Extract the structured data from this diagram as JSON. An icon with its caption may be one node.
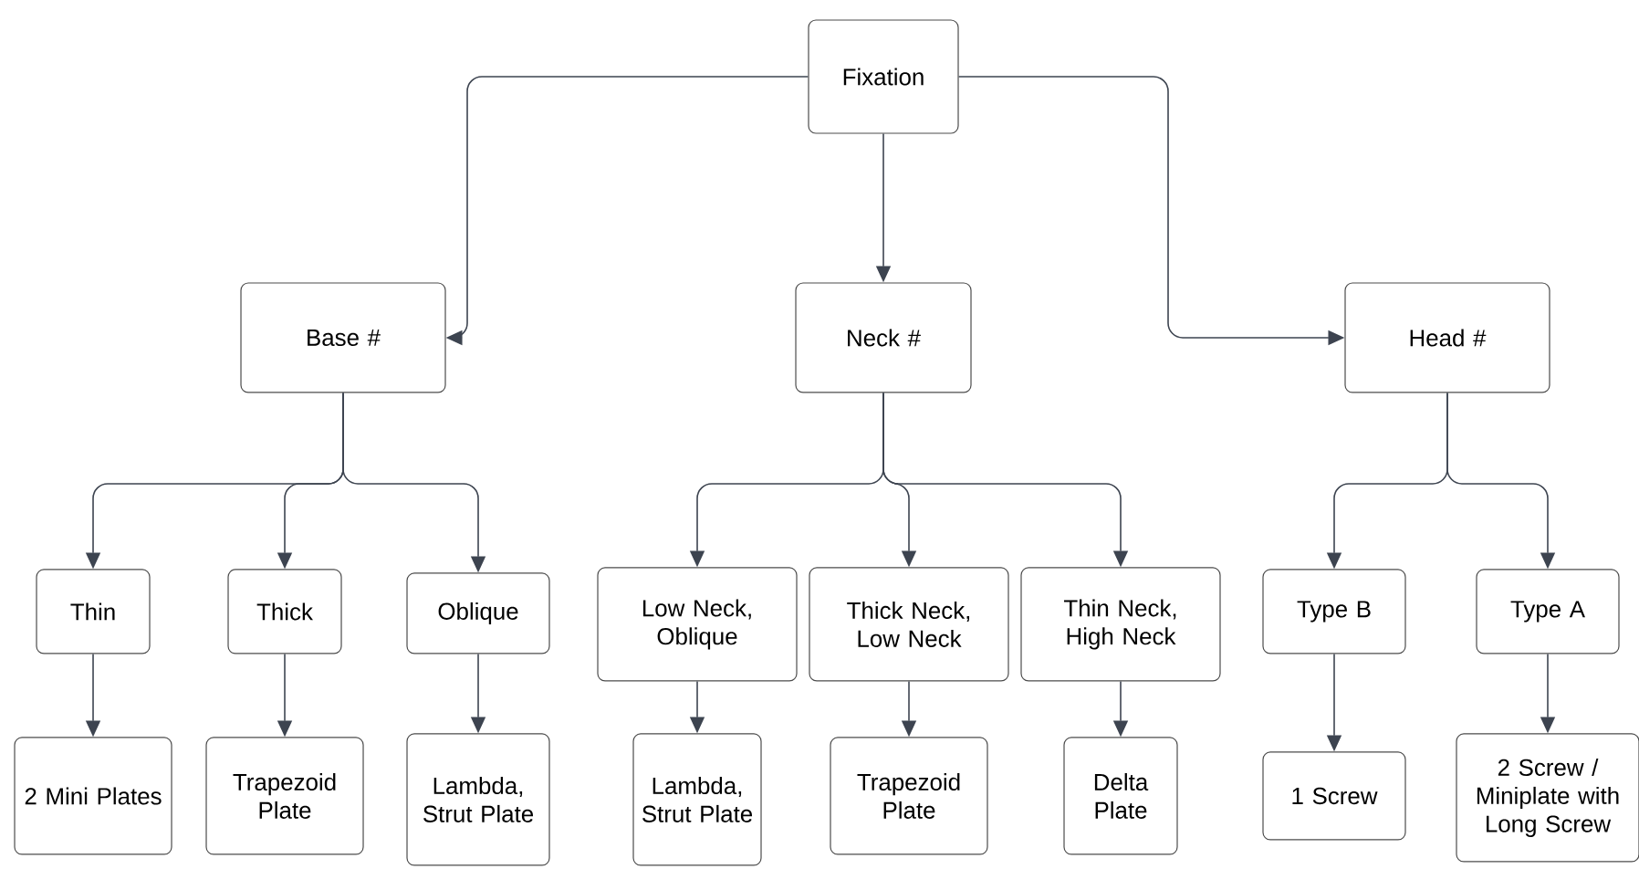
{
  "diagram": {
    "nodes": [
      {
        "text": [
          "Fixation"
        ]
      },
      {
        "text": [
          "Base #"
        ]
      },
      {
        "text": [
          "Neck #"
        ]
      },
      {
        "text": [
          "Head #"
        ]
      },
      {
        "text": [
          "Thin"
        ]
      },
      {
        "text": [
          "Thick"
        ]
      },
      {
        "text": [
          "Oblique"
        ]
      },
      {
        "text": [
          "Low Neck, Oblique"
        ]
      },
      {
        "text": [
          "Thick Neck, Low Neck"
        ]
      },
      {
        "text": [
          "Thin Neck, High Neck"
        ]
      },
      {
        "text": [
          "Type B"
        ]
      },
      {
        "text": [
          "Type A"
        ]
      },
      {
        "text": [
          "2 Mini Plates"
        ]
      },
      {
        "text": [
          "Trapezoid Plate"
        ]
      },
      {
        "text": [
          "Lambda, Strut Plate"
        ]
      },
      {
        "text": [
          "Lambda, Strut Plate"
        ]
      },
      {
        "text": [
          "Trapezoid Plate"
        ]
      },
      {
        "text": [
          "Delta Plate"
        ]
      },
      {
        "text": [
          "1 Screw"
        ]
      },
      {
        "text": [
          "2 Screw / Miniplate with Long Screw"
        ]
      }
    ],
    "edges": [
      {
        "from": 0,
        "to": 1,
        "arrow": "to"
      },
      {
        "from": 0,
        "to": 2,
        "arrow": "to"
      },
      {
        "from": 0,
        "to": 3,
        "arrow": "to"
      },
      {
        "from": 1,
        "to": 4,
        "arrow": "to"
      },
      {
        "from": 1,
        "to": 5,
        "arrow": "to"
      },
      {
        "from": 1,
        "to": 6,
        "arrow": "to"
      },
      {
        "from": 2,
        "to": 7,
        "arrow": "to"
      },
      {
        "from": 2,
        "to": 8,
        "arrow": "to"
      },
      {
        "from": 2,
        "to": 9,
        "arrow": "to"
      },
      {
        "from": 3,
        "to": 10,
        "arrow": "to"
      },
      {
        "from": 3,
        "to": 11,
        "arrow": "to"
      },
      {
        "from": 4,
        "to": 12,
        "arrow": "to"
      },
      {
        "from": 5,
        "to": 13,
        "arrow": "to"
      },
      {
        "from": 6,
        "to": 14,
        "arrow": "to"
      },
      {
        "from": 7,
        "to": 15,
        "arrow": "to"
      },
      {
        "from": 8,
        "to": 16,
        "arrow": "to"
      },
      {
        "from": 9,
        "to": 17,
        "arrow": "to"
      },
      {
        "from": 10,
        "to": 18,
        "arrow": "to"
      },
      {
        "from": 11,
        "to": 19,
        "arrow": "to"
      }
    ]
  }
}
